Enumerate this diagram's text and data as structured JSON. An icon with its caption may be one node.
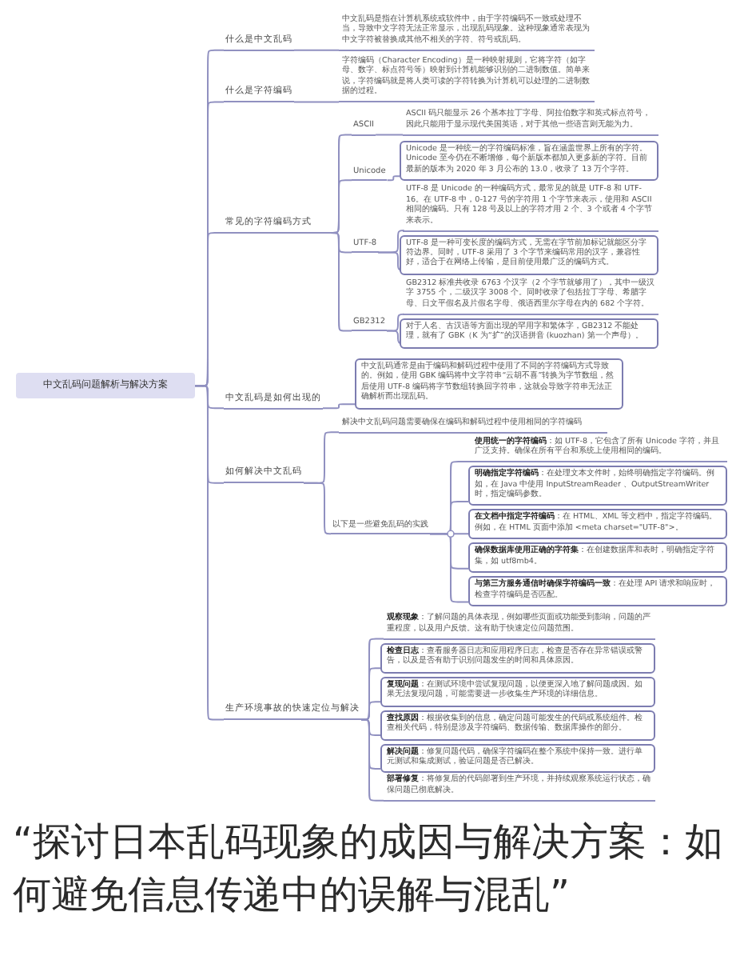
{
  "diagram": {
    "caption": "“探讨日本乱码现象的成因与解决方案：如何避免信息传递中的误解与混乱”",
    "nodes": [
      {
        "text": [
          "中文乱码问题解析与解决方案"
        ]
      },
      {
        "text": [
          "什么是中文乱码"
        ]
      },
      {
        "text": [
          "中文乱码是指在计算机系统或软件中，由于字符编码不一致或处理不当，导致中文字符无法正常显示，出现乱码现象。这种现象通常表现为中文字符被替换成其他不相关的字符、符号或乱码。"
        ]
      },
      {
        "text": [
          "什么是字符编码"
        ]
      },
      {
        "text": [
          "字符编码（Character Encoding）是一种映射规则，它将字符（如字母、数字、标点符号等）映射到计算机能够识别的二进制数值。简单来说，字符编码就是将人类可读的字符转换为计算机可以处理的二进制数据的过程。"
        ]
      },
      {
        "text": [
          "常见的字符编码方式"
        ]
      },
      {
        "text": [
          "ASCII"
        ]
      },
      {
        "text": [
          "ASCII 码只能显示 26 个基本拉丁字母、阿拉伯数字和英式标点符号，因此只能用于显示现代美国英语，对于其他一些语言则无能为力。"
        ]
      },
      {
        "text": [
          "Unicode"
        ]
      },
      {
        "text": [
          "Unicode 是一种统一的字符编码标准，旨在涵盖世界上所有的字符。Unicode 至今仍在不断增修，每个新版本都加入更多新的字符。目前最新的版本为 2020 年 3 月公布的 13.0，收录了 13 万个字符。"
        ]
      },
      {
        "text": [
          "UTF-8"
        ]
      },
      {
        "text": [
          "UTF-8 是 Unicode 的一种编码方式，最常见的就是 UTF-8 和 UTF-16。在 UTF-8 中，0-127 号的字符用 1 个字节来表示，使用和 ASCII 相同的编码。只有 128 号及以上的字符才用 2 个、3 个或者 4 个字节来表示。"
        ]
      },
      {
        "text": [
          "UTF-8 是一种可变长度的编码方式，无需在字节前加标记就能区分字符边界。同时，UTF-8 采用了 3 个字节来编码常用的汉字，兼容性好，适合于在网络上传输，是目前使用最广泛的编码方式。"
        ]
      },
      {
        "text": [
          "GB2312"
        ]
      },
      {
        "text": [
          "GB2312 标准共收录 6763 个汉字（2 个字节就够用了），其中一级汉字 3755 个，二级汉字 3008 个。同时收录了包括拉丁字母、希腊字母、日文平假名及片假名字母、俄语西里尔字母在内的 682 个字符。"
        ]
      },
      {
        "text": [
          "对于人名、古汉语等方面出现的罕用字和繁体字，GB2312 不能处理，就有了 GBK（K 为“扩”的汉语拼音 (kuozhan) 第一个声母）。"
        ]
      },
      {
        "text": [
          "中文乱码是如何出现的"
        ]
      },
      {
        "text": [
          "中文乱码通常是由于编码和解码过程中使用了不同的字符编码方式导致的。例如，使用 GBK 编码将中文字符串“云胡不喜”转换为字节数组，然后使用 UTF-8 编码将字节数组转换回字符串，这就会导致字符串无法正确解析而出现乱码。"
        ]
      },
      {
        "text": [
          "如何解决中文乱码"
        ]
      },
      {
        "text": [
          "解决中文乱码问题需要确保在编码和解码过程中使用相同的字符编码"
        ]
      },
      {
        "text": [
          "以下是一些避免乱码的实践"
        ]
      },
      {
        "text": [
          "**使用统一的字符编码**：如 UTF-8，它包含了所有 Unicode 字符，并且广泛支持。确保在所有平台和系统上使用相同的编码。"
        ]
      },
      {
        "text": [
          "**明确指定字符编码**：在处理文本文件时，始终明确指定字符编码。例如，在 Java 中使用 InputStreamReader 、OutputStreamWriter 时，指定编码参数。"
        ]
      },
      {
        "text": [
          "**在文档中指定字符编码**：在 HTML、XML 等文档中，指定字符编码。例如，在 HTML 页面中添加 <meta charset=\"UTF-8\">。"
        ]
      },
      {
        "text": [
          "**确保数据库使用正确的字符集**：在创建数据库和表时，明确指定字符集，如 utf8mb4。"
        ]
      },
      {
        "text": [
          "**与第三方服务通信时确保字符编码一致**：在处理 API 请求和响应时，检查字符编码是否匹配。"
        ]
      },
      {
        "text": [
          "生产环境事故的快速定位与解决"
        ]
      },
      {
        "text": [
          "**观察现象**：了解问题的具体表现，例如哪些页面或功能受到影响，问题的严重程度，以及用户反馈。这有助于快速定位问题范围。"
        ]
      },
      {
        "text": [
          "**检查日志**：查看服务器日志和应用程序日志，检查是否存在异常错误或警告，以及是否有助于识别问题发生的时间和具体原因。"
        ]
      },
      {
        "text": [
          "**复现问题**：在测试环境中尝试复现问题，以便更深入地了解问题成因。如果无法复现问题，可能需要进一步收集生产环境的详细信息。"
        ]
      },
      {
        "text": [
          "**查找原因**：根据收集到的信息，确定问题可能发生的代码或系统组件。检查相关代码，特别是涉及字符编码、数据传输、数据库操作的部分。"
        ]
      },
      {
        "text": [
          "**解决问题**：修复问题代码，确保字符编码在整个系统中保持一致。进行单元测试和集成测试，验证问题是否已解决。"
        ]
      },
      {
        "text": [
          "**部署修复**：将修复后的代码部署到生产环境，并持续观察系统运行状态，确保问题已彻底解决。"
        ]
      }
    ],
    "edges": [
      {
        "from": 0,
        "to": 1,
        "arrow": "none"
      },
      {
        "from": 0,
        "to": 3,
        "arrow": "none"
      },
      {
        "from": 0,
        "to": 5,
        "arrow": "none"
      },
      {
        "from": 0,
        "to": 16,
        "arrow": "none"
      },
      {
        "from": 0,
        "to": 18,
        "arrow": "none"
      },
      {
        "from": 0,
        "to": 26,
        "arrow": "none"
      },
      {
        "from": 1,
        "to": 2,
        "arrow": "none"
      },
      {
        "from": 3,
        "to": 4,
        "arrow": "none"
      },
      {
        "from": 5,
        "to": 6,
        "arrow": "none"
      },
      {
        "from": 5,
        "to": 8,
        "arrow": "none"
      },
      {
        "from": 5,
        "to": 10,
        "arrow": "none"
      },
      {
        "from": 5,
        "to": 13,
        "arrow": "none"
      },
      {
        "from": 6,
        "to": 7,
        "arrow": "none"
      },
      {
        "from": 8,
        "to": 9,
        "arrow": "none"
      },
      {
        "from": 10,
        "to": 11,
        "arrow": "none"
      },
      {
        "from": 10,
        "to": 12,
        "arrow": "none"
      },
      {
        "from": 13,
        "to": 14,
        "arrow": "none"
      },
      {
        "from": 13,
        "to": 15,
        "arrow": "none"
      },
      {
        "from": 16,
        "to": 17,
        "arrow": "none"
      },
      {
        "from": 18,
        "to": 19,
        "arrow": "none"
      },
      {
        "from": 18,
        "to": 20,
        "arrow": "none"
      },
      {
        "from": 20,
        "to": 21,
        "arrow": "none"
      },
      {
        "from": 20,
        "to": 22,
        "arrow": "none"
      },
      {
        "from": 20,
        "to": 23,
        "arrow": "none"
      },
      {
        "from": 20,
        "to": 24,
        "arrow": "none"
      },
      {
        "from": 20,
        "to": 25,
        "arrow": "none"
      },
      {
        "from": 26,
        "to": 27,
        "arrow": "none"
      },
      {
        "from": 26,
        "to": 28,
        "arrow": "none"
      },
      {
        "from": 26,
        "to": 29,
        "arrow": "none"
      },
      {
        "from": 26,
        "to": 30,
        "arrow": "none"
      },
      {
        "from": 26,
        "to": 31,
        "arrow": "none"
      },
      {
        "from": 26,
        "to": 32,
        "arrow": "none"
      }
    ]
  }
}
